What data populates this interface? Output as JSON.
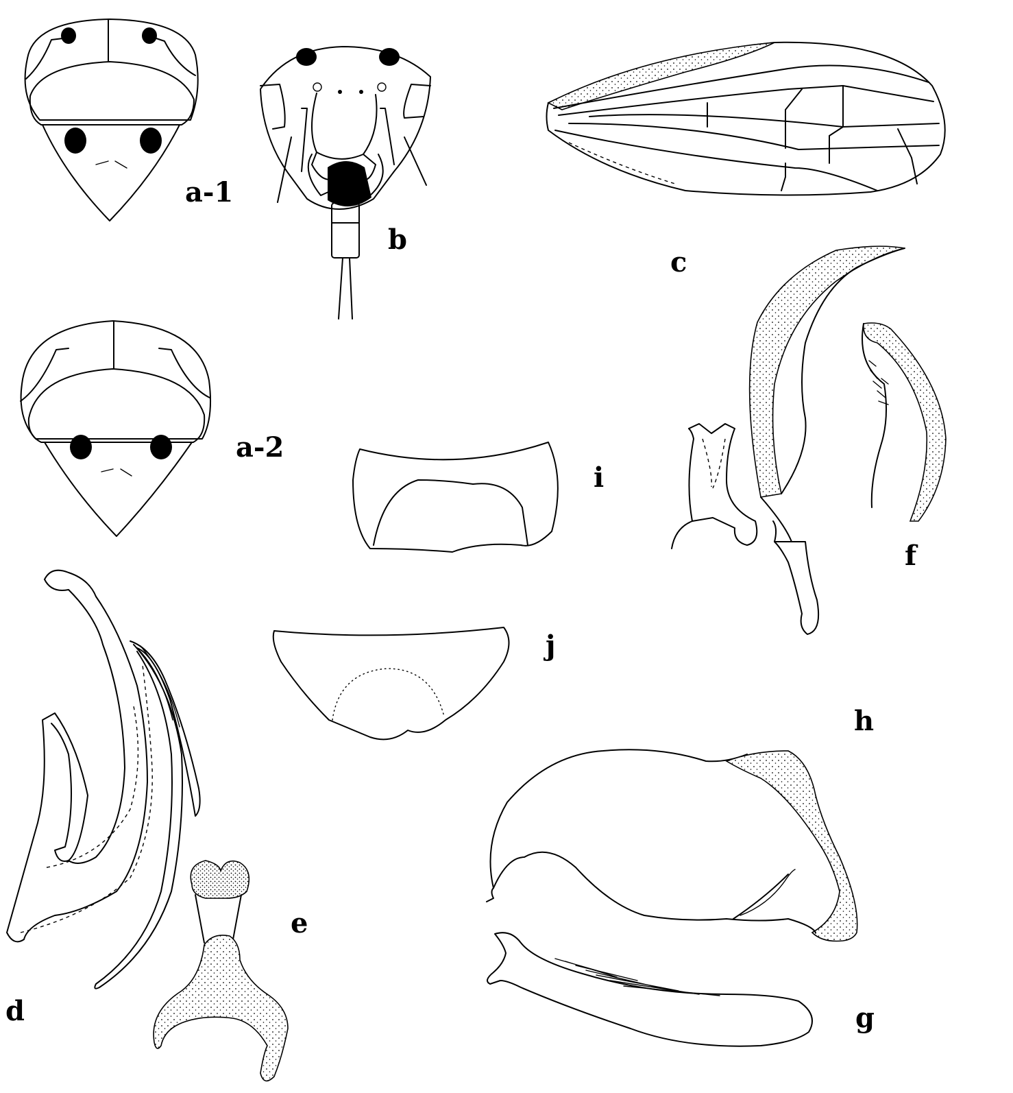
{
  "figure": {
    "panels": [
      {
        "id": "a-1",
        "label": "a-1"
      },
      {
        "id": "a-2",
        "label": "a-2"
      },
      {
        "id": "b",
        "label": "b"
      },
      {
        "id": "c",
        "label": "c"
      },
      {
        "id": "d",
        "label": "d"
      },
      {
        "id": "e",
        "label": "e"
      },
      {
        "id": "f",
        "label": "f"
      },
      {
        "id": "g",
        "label": "g"
      },
      {
        "id": "h",
        "label": "h"
      },
      {
        "id": "i",
        "label": "i"
      },
      {
        "id": "j",
        "label": "j"
      }
    ]
  },
  "style": {
    "ink": "#000000",
    "paper": "#ffffff"
  }
}
